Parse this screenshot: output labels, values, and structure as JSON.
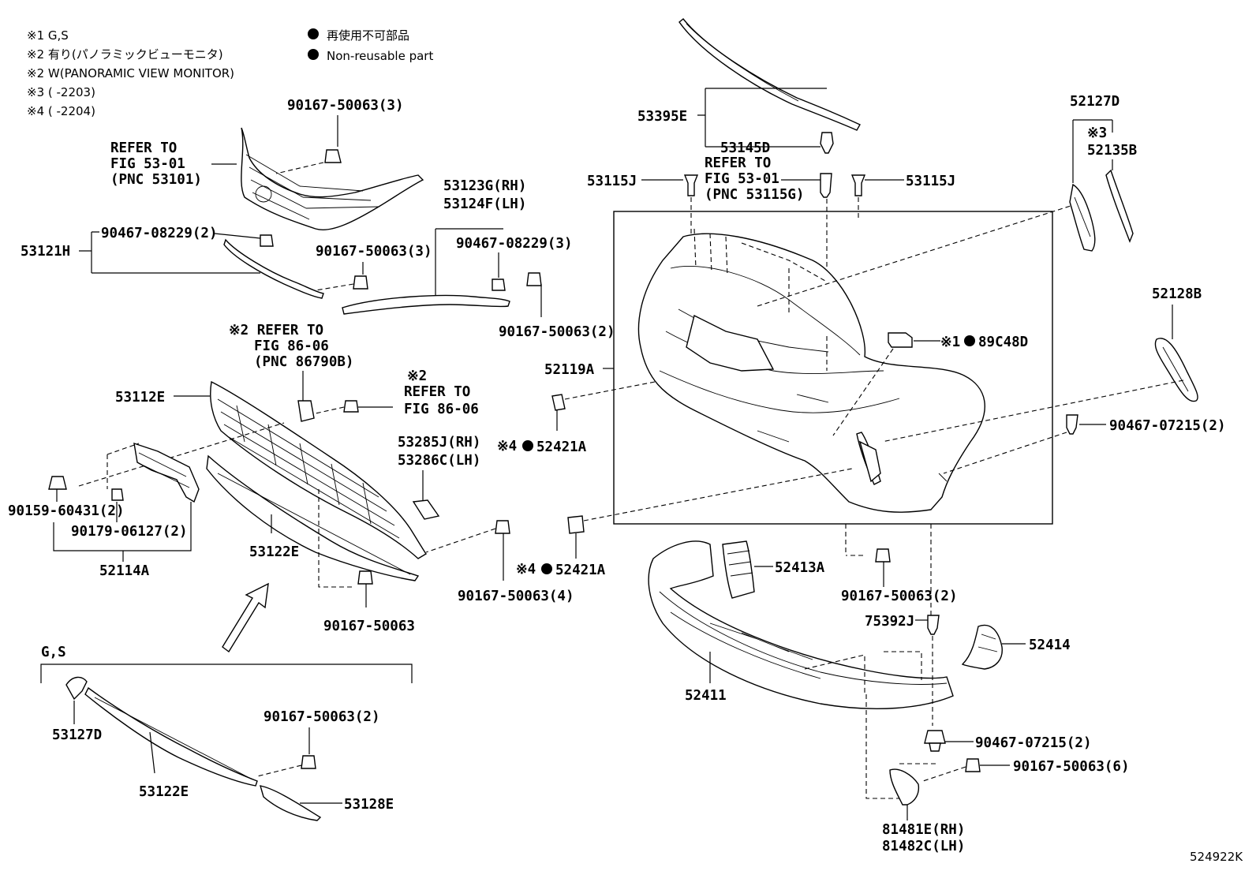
{
  "notes": {
    "n1": "※1 G,S",
    "n2": "※2 有り(パノラミックビューモニタ)",
    "n3": "※2 W(PANORAMIC VIEW MONITOR)",
    "n4": "※3 (       -2203)",
    "n5": "※4 (       -2204)"
  },
  "legend": {
    "jp": "再使用不可部品",
    "en": "Non-reusable part"
  },
  "labels": {
    "l_53395E": "53395E",
    "l_53145D": "53145D",
    "l_53115J_left": "53115J",
    "l_53115J_right": "53115J",
    "ref_53115G_1": "REFER TO",
    "ref_53115G_2": "FIG 53-01",
    "ref_53115G_3": "(PNC 53115G)",
    "l_52127D": "52127D",
    "l_52135B_note": "※3",
    "l_52135B": "52135B",
    "l_52128B": "52128B",
    "l_89C48D_note": "※1",
    "l_89C48D": "89C48D",
    "l_52119A": "52119A",
    "l_90467_07215_top": "90467-07215(2)",
    "ref_53101_1": "REFER TO",
    "ref_53101_2": "FIG 53-01",
    "ref_53101_3": "(PNC 53101)",
    "l_90167_50063_3a": "90167-50063(3)",
    "l_53121H": "53121H",
    "l_90467_08229_2": "90467-08229(2)",
    "l_90167_50063_3b": "90167-50063(3)",
    "l_53123G": "53123G(RH)",
    "l_53124F": "53124F(LH)",
    "l_90467_08229_3": "90467-08229(3)",
    "l_90167_50063_2a": "90167-50063(2)",
    "ref_86790B_1": "※2 REFER TO",
    "ref_86790B_2": "FIG 86-06",
    "ref_86790B_3": "(PNC 86790B)",
    "ref_8606_note": "※2",
    "ref_8606_1": "REFER TO",
    "ref_8606_2": "FIG 86-06",
    "l_53112E": "53112E",
    "l_53285J": "53285J(RH)",
    "l_53286C": "53286C(LH)",
    "l_52421A_a_note": "※4",
    "l_52421A_a": "52421A",
    "l_90159_60431": "90159-60431(2)",
    "l_90179_06127": "90179-06127(2)",
    "l_52114A": "52114A",
    "l_53122E_a": "53122E",
    "l_90167_50063_4": "90167-50063(4)",
    "l_52421A_b_note": "※4",
    "l_52421A_b": "52421A",
    "l_90167_50063_single": "90167-50063",
    "l_52413A": "52413A",
    "l_90167_50063_2b": "90167-50063(2)",
    "l_75392J": "75392J",
    "l_52414": "52414",
    "l_52411": "52411",
    "l_90467_07215_bottom": "90467-07215(2)",
    "l_90167_50063_6": "90167-50063(6)",
    "l_81481E": "81481E(RH)",
    "l_81482C": "81482C(LH)",
    "l_gs": "G,S",
    "l_53127D": "53127D",
    "l_90167_50063_2c": "90167-50063(2)",
    "l_53122E_b": "53122E",
    "l_53128E": "53128E",
    "l_code": "524922K"
  }
}
